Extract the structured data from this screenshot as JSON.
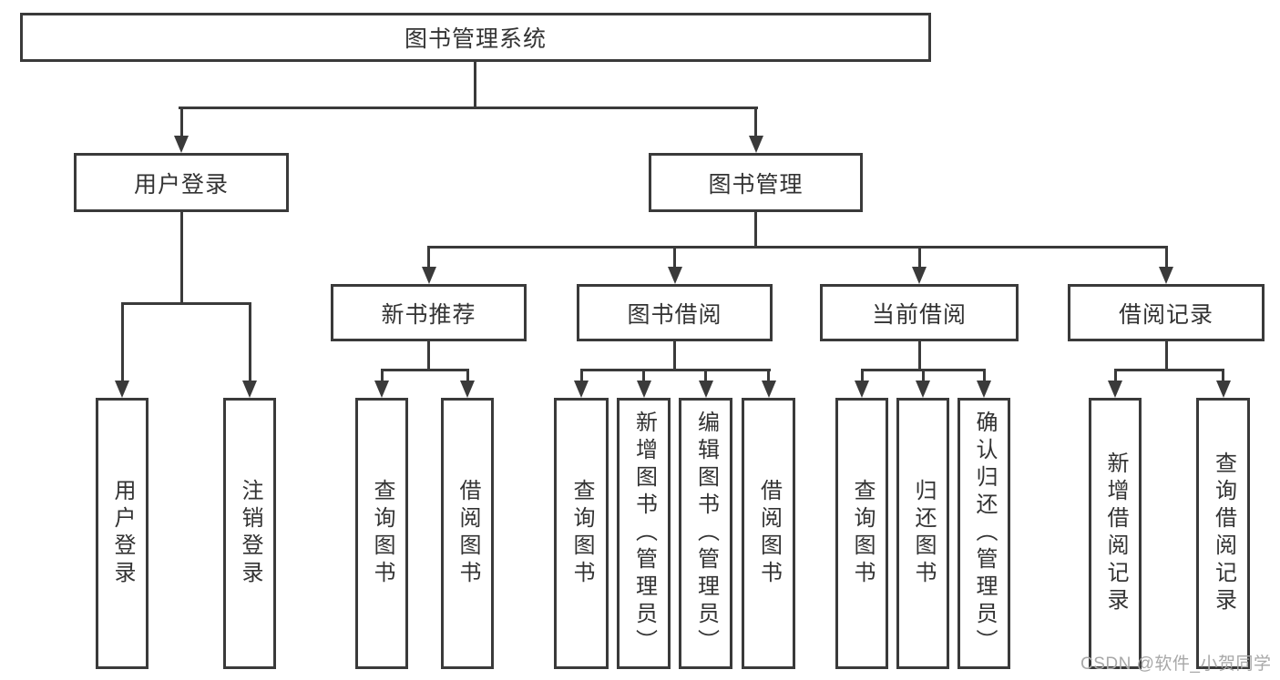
{
  "diagram": {
    "root": {
      "label": "图书管理系统"
    },
    "branches": {
      "user_login": {
        "label": "用户登录"
      },
      "book_mgmt": {
        "label": "图书管理"
      }
    },
    "modules": {
      "new_books": {
        "label": "新书推荐"
      },
      "book_borrow": {
        "label": "图书借阅"
      },
      "current_borrow": {
        "label": "当前借阅"
      },
      "borrow_records": {
        "label": "借阅记录"
      }
    },
    "leaves": {
      "user_login": "用户登录",
      "logout": "注销登录",
      "nb_query": "查询图书",
      "nb_borrow": "借阅图书",
      "bb_query": "查询图书",
      "bb_add": "新增图书（管理员）",
      "bb_edit": "编辑图书（管理员）",
      "bb_borrow": "借阅图书",
      "cb_query": "查询图书",
      "cb_return": "归还图书",
      "cb_confirm": "确认归还（管理员）",
      "rec_add": "新增借阅记录",
      "rec_query": "查询借阅记录"
    },
    "watermark": "CSDN @软件_小贺同学",
    "colors": {
      "line": "#3a3a3a",
      "text": "#333333",
      "watermark": "#a8a8a8"
    }
  }
}
